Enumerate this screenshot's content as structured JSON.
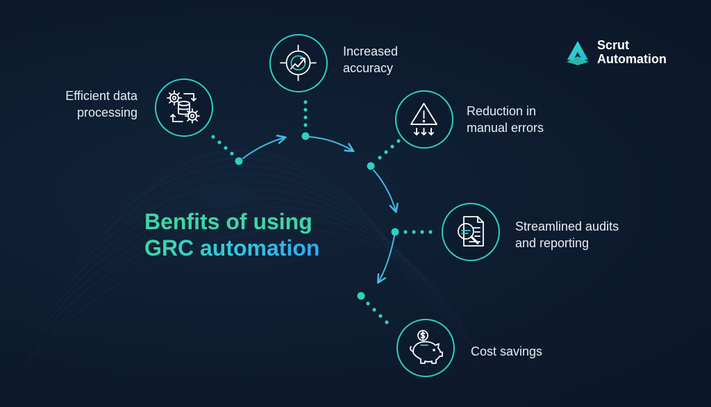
{
  "heading": {
    "line1": "Benfits of using",
    "line2": "GRC automation"
  },
  "brand": {
    "line1": "Scrut",
    "line2": "Automation"
  },
  "benefits": [
    {
      "id": "efficient-data-processing",
      "line1": "Efficient data",
      "line2": "processing",
      "icon": "gears-database-icon"
    },
    {
      "id": "increased-accuracy",
      "line1": "Increased",
      "line2": "accuracy",
      "icon": "target-growth-chart-icon"
    },
    {
      "id": "reduction-in-manual-errors",
      "line1": "Reduction in",
      "line2": "manual errors",
      "icon": "warning-triangle-icon"
    },
    {
      "id": "streamlined-audits",
      "line1": "Streamlined audits",
      "line2": "and reporting",
      "icon": "magnifier-document-icon"
    },
    {
      "id": "cost-savings",
      "line1": "Cost savings",
      "line2": "",
      "icon": "piggy-bank-icon"
    }
  ],
  "colors": {
    "background": "#0d1b2e",
    "accent": "#2ed1c1",
    "arrow": "#46b8e6",
    "text": "#e8edf3"
  }
}
